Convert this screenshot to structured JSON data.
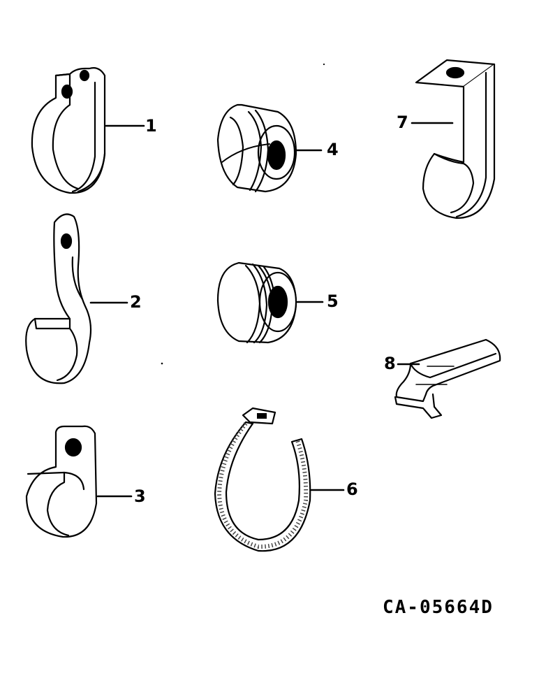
{
  "diagram": {
    "parts": [
      {
        "callout": "1",
        "icon": "single-loop-clamp-icon"
      },
      {
        "callout": "2",
        "icon": "offset-loop-clamp-icon"
      },
      {
        "callout": "3",
        "icon": "short-loop-clamp-icon"
      },
      {
        "callout": "4",
        "icon": "grommet-icon"
      },
      {
        "callout": "5",
        "icon": "grommet-icon"
      },
      {
        "callout": "6",
        "icon": "cable-strap-icon"
      },
      {
        "callout": "7",
        "icon": "bracket-clamp-icon"
      },
      {
        "callout": "8",
        "icon": "clip-icon"
      }
    ],
    "drawing_code": "CA-05664D"
  }
}
